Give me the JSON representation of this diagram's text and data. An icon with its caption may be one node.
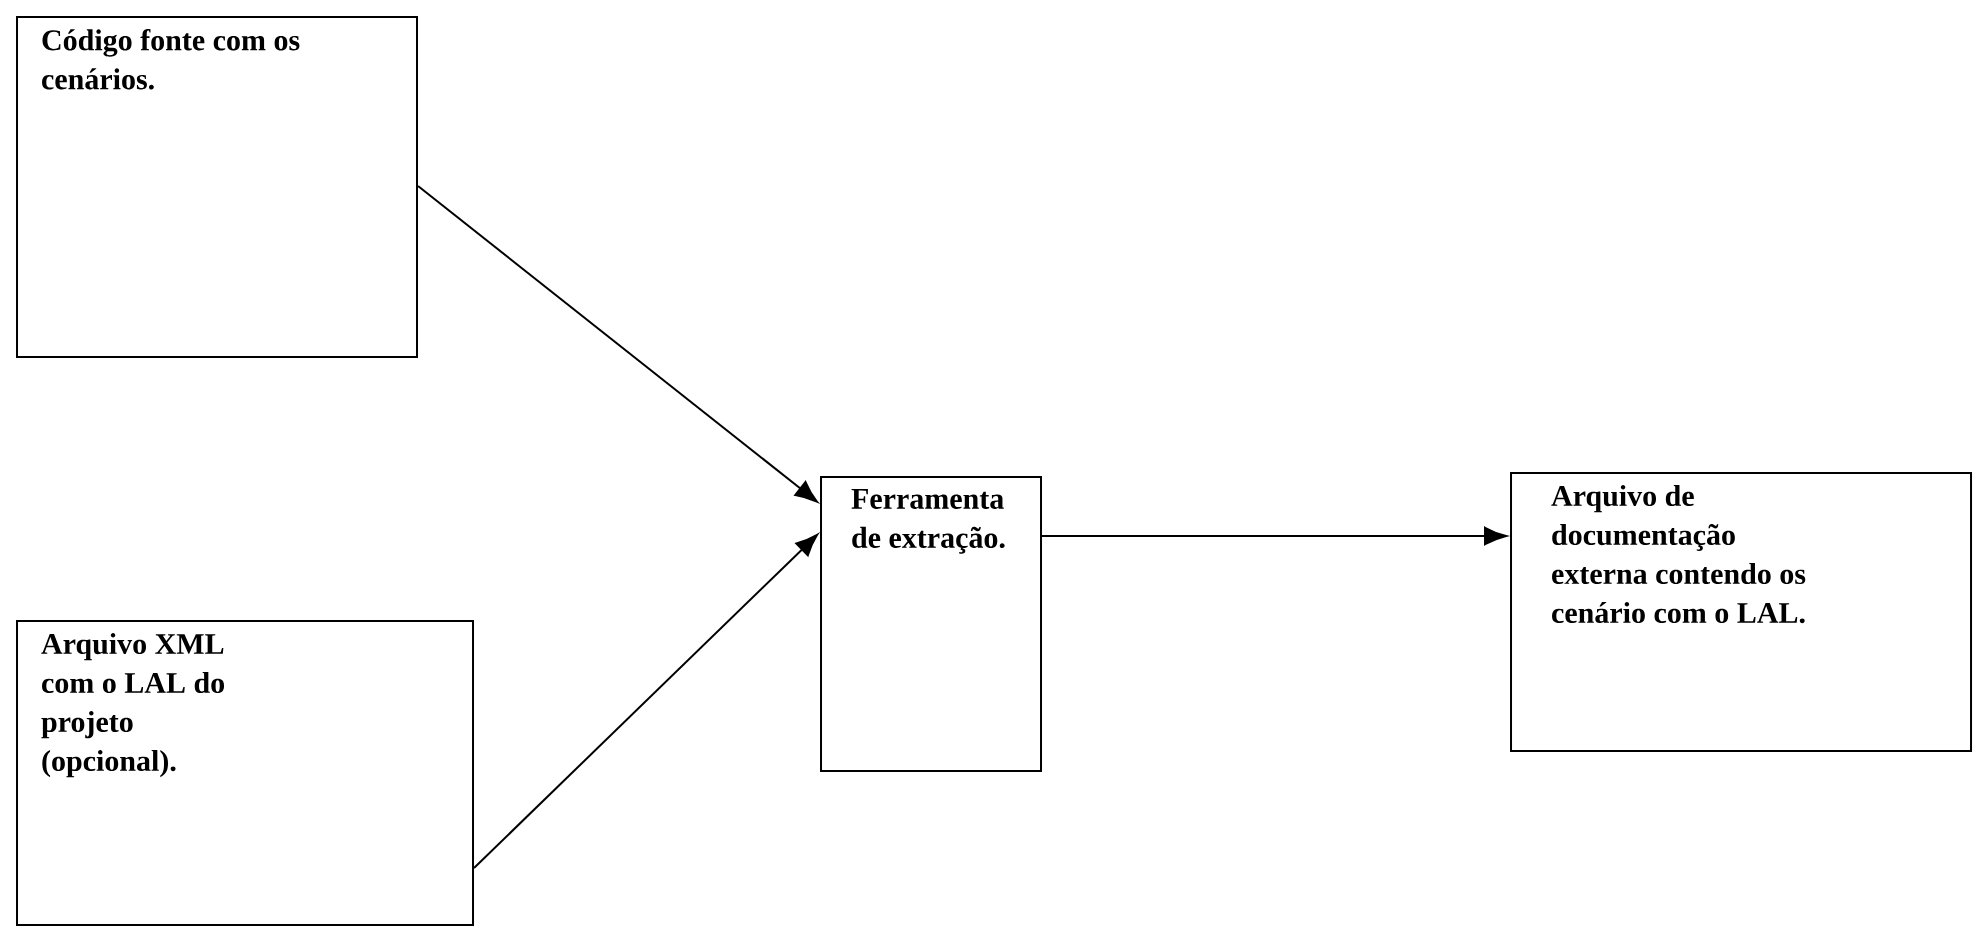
{
  "diagram": {
    "nodes": [
      {
        "text": [
          "Código fonte com os cenários."
        ]
      },
      {
        "text": [
          "Arquivo XML com o LAL do projeto (opcional)."
        ]
      },
      {
        "text": [
          "Ferramenta de extração."
        ]
      },
      {
        "text": [
          "Arquivo de documentação externa contendo os cenário com o LAL."
        ]
      }
    ],
    "edges": [
      {
        "from": 0,
        "to": 2,
        "arrow": "to"
      },
      {
        "from": 1,
        "to": 2,
        "arrow": "to"
      },
      {
        "from": 2,
        "to": 3,
        "arrow": "to"
      }
    ]
  }
}
